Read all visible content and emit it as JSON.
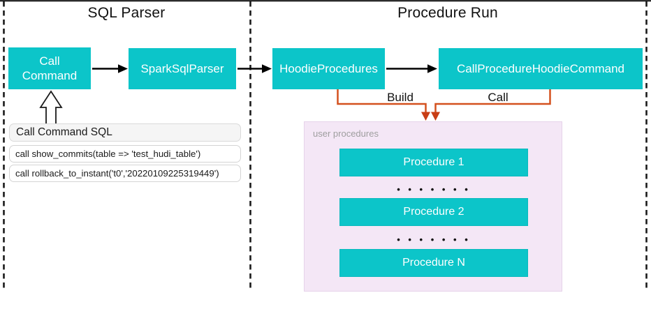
{
  "diagram": {
    "sections": [
      {
        "title": "SQL Parser"
      },
      {
        "title": "Procedure Run"
      }
    ],
    "nodes": {
      "call_command": {
        "lines": [
          "Call",
          "Command"
        ]
      },
      "spark_sql_parser": {
        "label": "SparkSqlParser"
      },
      "hoodie_procedures": {
        "label": "HoodieProcedures"
      },
      "call_procedure_hoodie_command": {
        "label": "CallProcedureHoodieCommand"
      }
    },
    "edge_labels": {
      "build": "Build",
      "call": "Call"
    },
    "sql_panel": {
      "header": "Call Command SQL",
      "rows": [
        "call show_commits(table => 'test_hudi_table')",
        "call rollback_to_instant('t0','20220109225319449')"
      ]
    },
    "user_procedures": {
      "label": "user procedures",
      "items": [
        "Procedure 1",
        "Procedure 2",
        "Procedure N"
      ],
      "dots": "• • • • • • •"
    }
  },
  "colors": {
    "teal": "#0cc5c9",
    "orange": "#d4511e",
    "orange-dark": "#c83d16",
    "pink": "#f4e7f6"
  }
}
